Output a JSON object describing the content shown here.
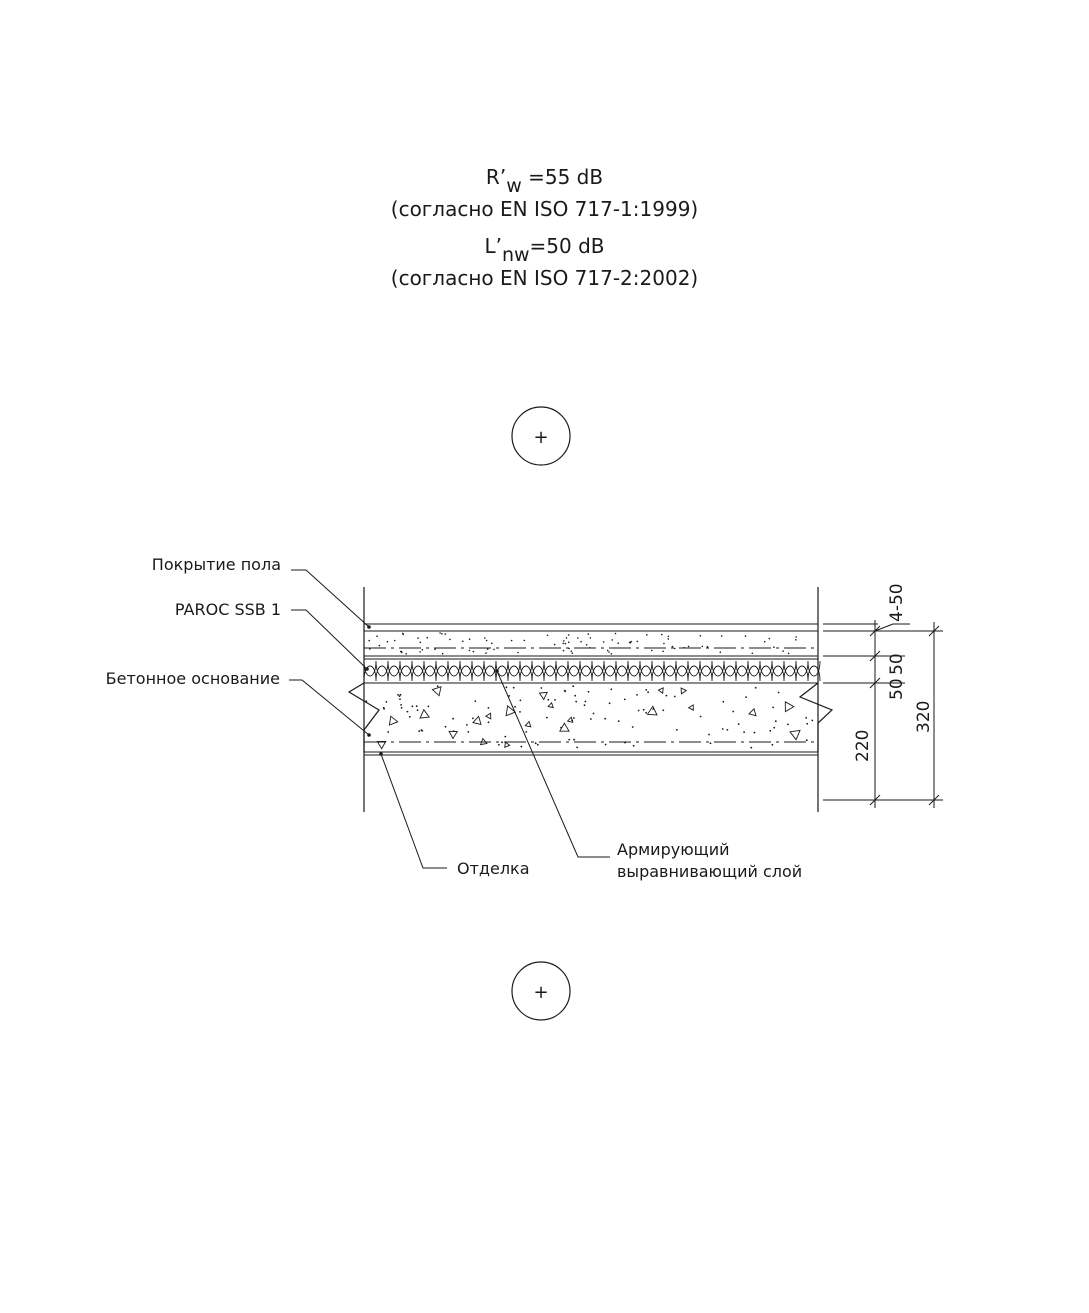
{
  "header": {
    "rw_symbol": "R’",
    "rw_sub": "w",
    "rw_value": " =55 dB",
    "rw_standard": "(согласно EN ISO 717-1:1999)",
    "lnw_symbol": "L’",
    "lnw_sub": "nw",
    "lnw_value": "=50 dB",
    "lnw_standard": "(согласно EN ISO 717-2:2002)"
  },
  "markers": {
    "top": "+",
    "bottom": "+"
  },
  "labels": {
    "floor_covering": "Покрытие пола",
    "insulation": "PAROC SSB 1",
    "concrete_base": "Бетонное основание",
    "finish": "Отделка",
    "screed_line1": "Армирующий",
    "screed_line2": "выравнивающий слой"
  },
  "dimensions": {
    "covering": "4-50",
    "screed": "50",
    "insulation": "50",
    "slab": "220",
    "total": "320"
  }
}
